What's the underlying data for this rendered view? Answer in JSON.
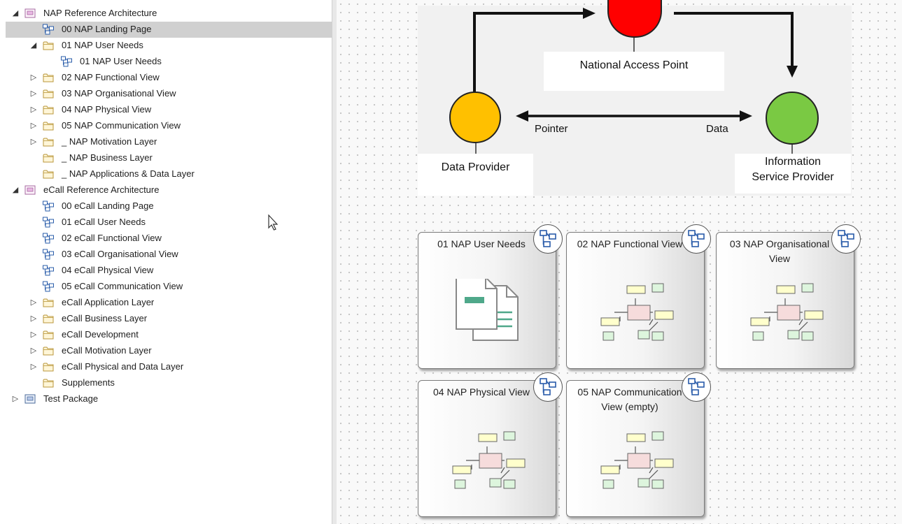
{
  "tree": {
    "items": [
      {
        "label": "NAP Reference Architecture",
        "type": "package",
        "expander": "◢",
        "level": 0
      },
      {
        "label": "00 NAP Landing Page",
        "type": "diagram",
        "expander": "",
        "level": 2,
        "selected": true
      },
      {
        "label": "01 NAP User Needs",
        "type": "folder",
        "expander": "◢",
        "level": 1
      },
      {
        "label": "01 NAP User Needs",
        "type": "diagram",
        "expander": "",
        "level": 2
      },
      {
        "label": "02 NAP Functional View",
        "type": "folder",
        "expander": "▷",
        "level": 1
      },
      {
        "label": "03 NAP Organisational View",
        "type": "folder",
        "expander": "▷",
        "level": 1
      },
      {
        "label": "04 NAP Physical View",
        "type": "folder",
        "expander": "▷",
        "level": 1
      },
      {
        "label": "05 NAP Communication View",
        "type": "folder",
        "expander": "▷",
        "level": 1
      },
      {
        "label": "_ NAP Motivation Layer",
        "type": "folder",
        "expander": "▷",
        "level": 1
      },
      {
        "label": "_ NAP Business Layer",
        "type": "folder",
        "expander": "",
        "level": 1
      },
      {
        "label": "_ NAP Applications & Data Layer",
        "type": "folder",
        "expander": "",
        "level": 1
      },
      {
        "label": "eCall Reference Architecture",
        "type": "package",
        "expander": "◢",
        "level": 0
      },
      {
        "label": "00 eCall Landing Page",
        "type": "diagram",
        "expander": "",
        "level": 1
      },
      {
        "label": "01 eCall User Needs",
        "type": "diagram",
        "expander": "",
        "level": 1
      },
      {
        "label": "02 eCall Functional View",
        "type": "diagram",
        "expander": "",
        "level": 1
      },
      {
        "label": "03 eCall Organisational View",
        "type": "diagram",
        "expander": "",
        "level": 1
      },
      {
        "label": "04 eCall Physical View",
        "type": "diagram",
        "expander": "",
        "level": 1
      },
      {
        "label": "05 eCall Communication View",
        "type": "diagram",
        "expander": "",
        "level": 1
      },
      {
        "label": "eCall Application Layer",
        "type": "folder",
        "expander": "▷",
        "level": 1
      },
      {
        "label": "eCall Business Layer",
        "type": "folder",
        "expander": "▷",
        "level": 1
      },
      {
        "label": "eCall Development",
        "type": "folder",
        "expander": "▷",
        "level": 1
      },
      {
        "label": "eCall Motivation Layer",
        "type": "folder",
        "expander": "▷",
        "level": 1
      },
      {
        "label": "eCall Physical and Data Layer",
        "type": "folder",
        "expander": "▷",
        "level": 1
      },
      {
        "label": "Supplements",
        "type": "folder",
        "expander": "",
        "level": 1
      },
      {
        "label": "Test Package",
        "type": "model",
        "expander": "▷",
        "level": 0
      }
    ]
  },
  "diagram": {
    "nap_label": "National Access Point",
    "provider_label": "Data Provider",
    "isp_label_line1": "Information",
    "isp_label_line2": "Service Provider",
    "pointer_label": "Pointer",
    "data_label": "Data",
    "colors": {
      "nap": "#ff0000",
      "provider": "#ffc000",
      "isp": "#7ac943"
    }
  },
  "cards": [
    {
      "title": "01 NAP User Needs",
      "thumb": "document"
    },
    {
      "title": "02 NAP Functional View",
      "thumb": "diagram"
    },
    {
      "title": "03 NAP Organisational View",
      "thumb": "diagram"
    },
    {
      "title": "04 NAP Physical View",
      "thumb": "diagram"
    },
    {
      "title": "05 NAP Communication View (empty)",
      "thumb": "diagram"
    }
  ]
}
